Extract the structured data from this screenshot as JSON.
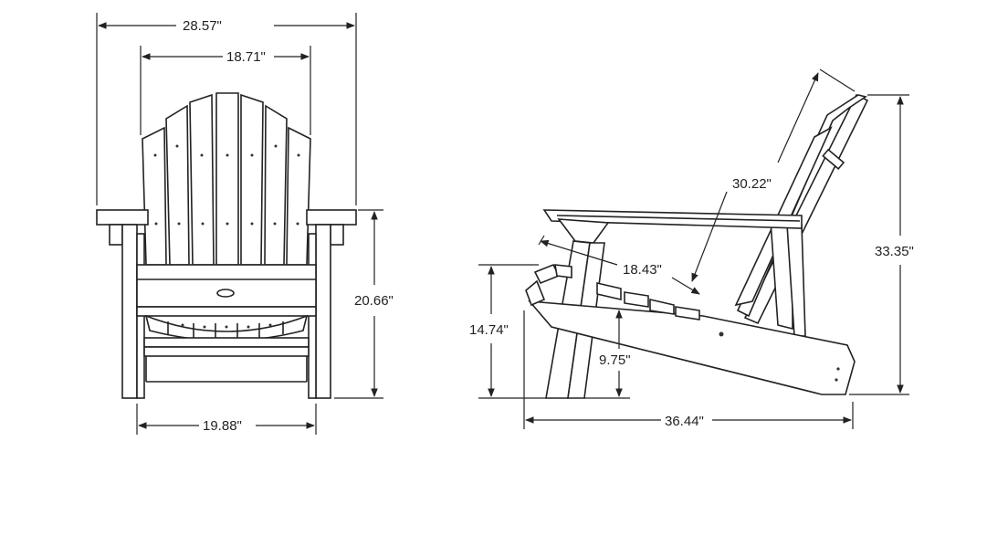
{
  "diagram": {
    "front_view": {
      "overall_width": "28.57\"",
      "back_width": "18.71\"",
      "seat_width": "19.88\"",
      "arm_height": "20.66\""
    },
    "side_view": {
      "back_length": "30.22\"",
      "seat_depth": "18.43\"",
      "front_height": "14.74\"",
      "seat_height": "9.75\"",
      "overall_height": "33.35\"",
      "overall_depth": "36.44\""
    },
    "line_color": "#222222",
    "background_color": "#ffffff"
  }
}
